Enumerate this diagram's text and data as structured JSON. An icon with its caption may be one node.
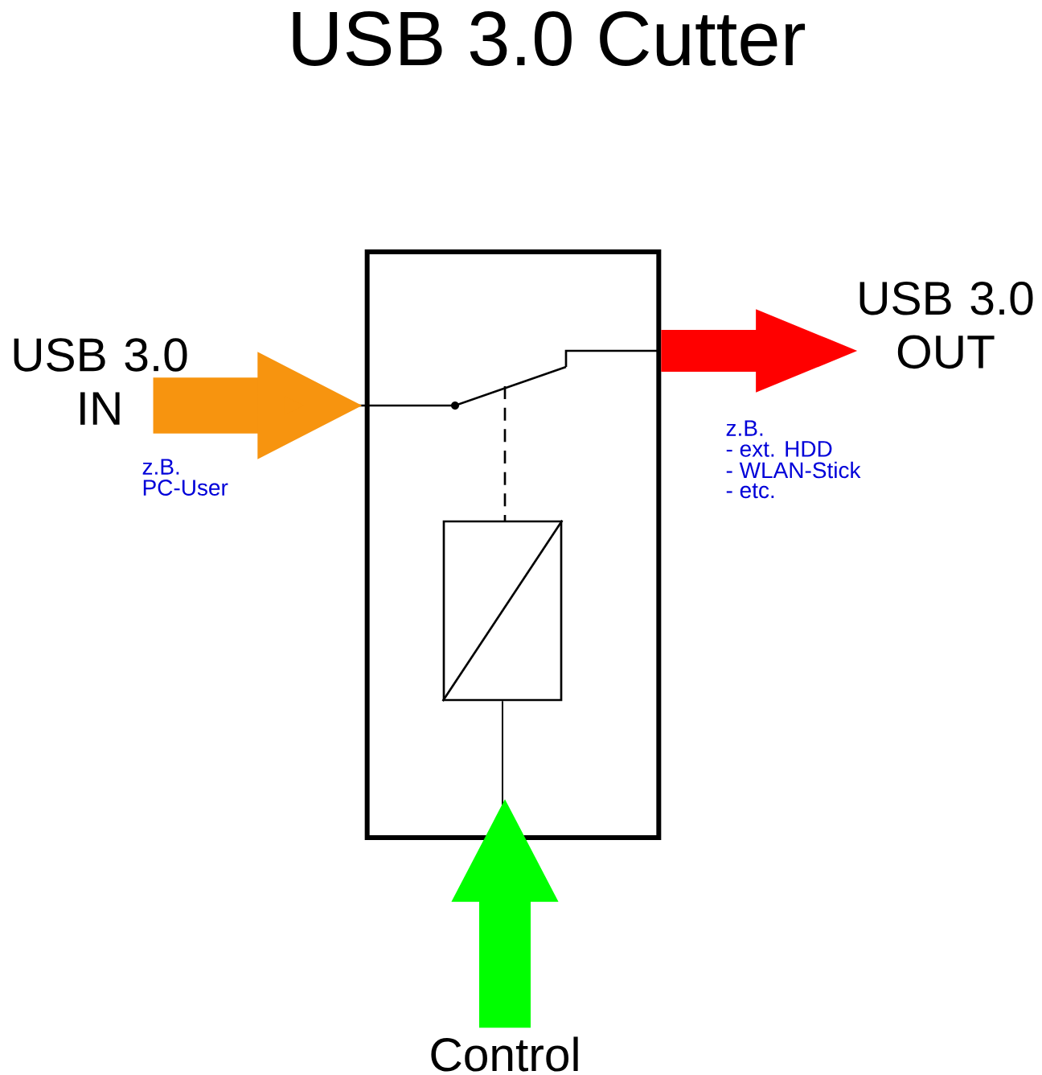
{
  "diagram": {
    "title": "USB 3.0 Cutter",
    "nodes": [
      {
        "text": [
          "USB 3.0 IN"
        ],
        "beside": [
          "z.B.",
          "PC-User"
        ]
      },
      {
        "text": [],
        "shape": "box"
      },
      {
        "text": [],
        "shape": "box",
        "in": 1
      },
      {
        "text": [
          "USB 3.0 OUT"
        ],
        "beside": [
          "z.B.",
          "- ext. HDD",
          "- WLAN-Stick",
          "- etc."
        ]
      },
      {
        "text": [
          "Control"
        ]
      }
    ],
    "edges": [
      {
        "from": 0,
        "to": 1,
        "arrow": "to",
        "color": "#f7940f"
      },
      {
        "from": 1,
        "to": 3,
        "arrow": "to",
        "color": "#ff0000"
      },
      {
        "from": 2,
        "to": 1,
        "arrow": "none",
        "color": "#000000"
      },
      {
        "from": 4,
        "to": 1,
        "arrow": "to",
        "color": "#00ff00"
      }
    ]
  }
}
